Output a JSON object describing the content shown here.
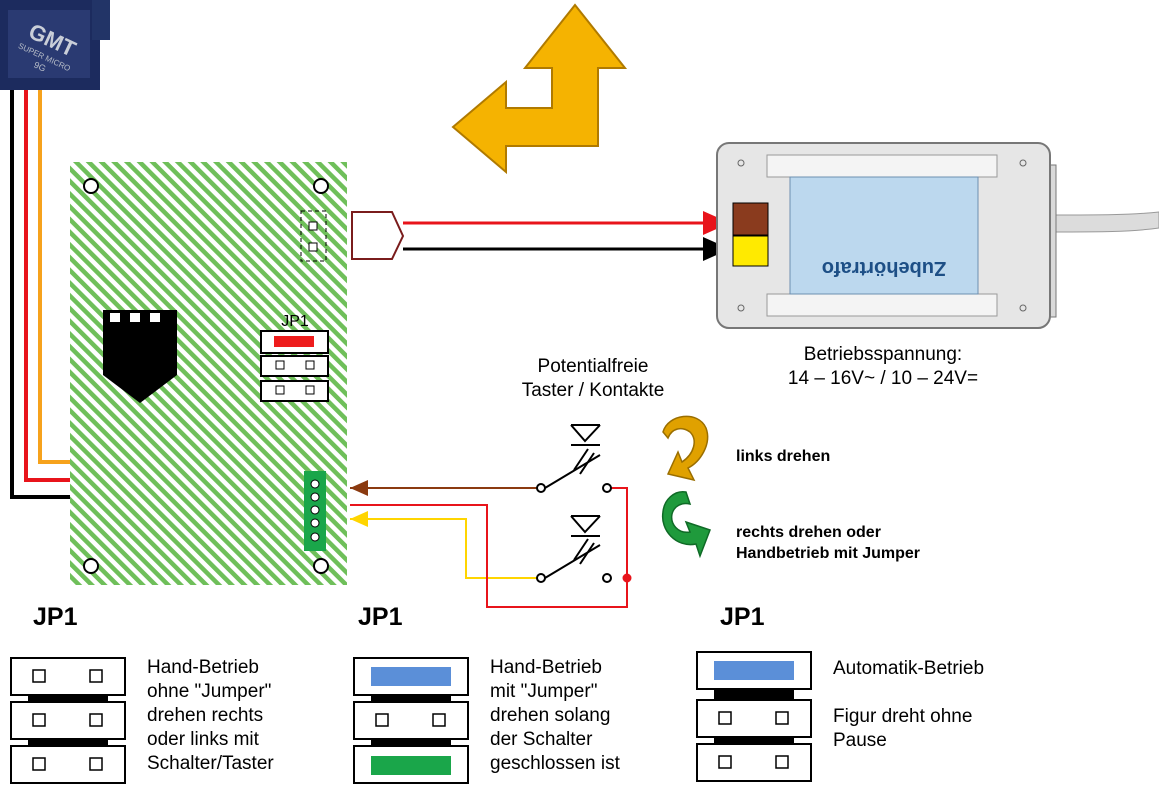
{
  "servo": {
    "brand": "GMT",
    "model": "SUPER MICRO",
    "type": "9G"
  },
  "board": {
    "jumper_label": "JP1"
  },
  "transformer": {
    "name": "Zubehörtrafo",
    "voltage_label": "Betriebsspannung:",
    "voltage_values": "14 – 16V~ / 10 – 24V="
  },
  "switches": {
    "title_line1": "Potentialfreie",
    "title_line2": "Taster / Kontakte"
  },
  "rotation": {
    "left": "links drehen",
    "right": "rechts drehen oder\nHandbetrieb mit Jumper"
  },
  "jumper_modes": [
    {
      "title": "JP1",
      "description": "Hand-Betrieb\nohne \"Jumper\"\ndrehen rechts\noder links mit\nSchalter/Taster"
    },
    {
      "title": "JP1",
      "description": "Hand-Betrieb\nmit \"Jumper\"\ndrehen solang\nder Schalter\ngeschlossen ist"
    },
    {
      "title": "JP1",
      "description": "Automatik-Betrieb\n\nFigur dreht ohne\nPause"
    }
  ],
  "colors": {
    "board_stripe": "#6fbf5a",
    "wire_red": "#e8141b",
    "wire_orange": "#f6a21c",
    "wire_brown": "#8b3a10",
    "wire_yellow": "#ffd500",
    "arrow_gold": "#f5b301",
    "jumper_blue": "#5b8fd8",
    "jumper_green": "#1aa64a",
    "jumper_red": "#ee1c1c",
    "rot_green": "#1f9a3c",
    "rot_gold": "#e0a100"
  }
}
